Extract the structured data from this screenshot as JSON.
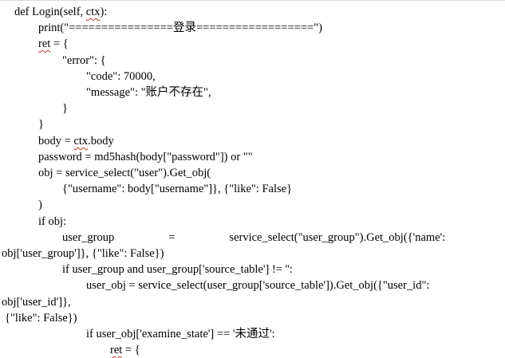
{
  "document": {
    "lines": [
      {
        "indent": 0,
        "parts": [
          {
            "text": "def Login(self, "
          },
          {
            "text": "ctx",
            "wavy": true
          },
          {
            "text": "):"
          }
        ]
      },
      {
        "indent": 1,
        "parts": [
          {
            "text": "print(\"================登录==================\")"
          }
        ]
      },
      {
        "indent": 1,
        "parts": [
          {
            "text": "ret",
            "wavy": true
          },
          {
            "text": " = {"
          }
        ]
      },
      {
        "indent": 2,
        "parts": [
          {
            "text": "\"error\": {"
          }
        ]
      },
      {
        "indent": 3,
        "parts": [
          {
            "text": "\"code\": 70000,"
          }
        ]
      },
      {
        "indent": 3,
        "parts": [
          {
            "text": "\"message\": \"账户不存在\","
          }
        ]
      },
      {
        "indent": 2,
        "parts": [
          {
            "text": "}"
          }
        ]
      },
      {
        "indent": 1,
        "parts": [
          {
            "text": "}"
          }
        ]
      },
      {
        "indent": 1,
        "parts": [
          {
            "text": "body = "
          },
          {
            "text": "ctx",
            "wavy": true
          },
          {
            "text": ".body"
          }
        ]
      },
      {
        "indent": 1,
        "parts": [
          {
            "text": "password = md5hash(body[\"password\"]) or \"\""
          }
        ]
      },
      {
        "indent": 1,
        "parts": [
          {
            "text": "obj = service_select(\"user\").Get_obj("
          }
        ]
      },
      {
        "indent": 2,
        "parts": [
          {
            "text": "{\"username\": body[\"username\"]}, {\"like\": False}"
          }
        ]
      },
      {
        "indent": 1,
        "parts": [
          {
            "text": ")"
          }
        ]
      },
      {
        "indent": 1,
        "parts": [
          {
            "text": "if obj:"
          }
        ]
      },
      {
        "indent": 2,
        "parts": [
          {
            "text": "user_group"
          },
          {
            "gap": 68
          },
          {
            "text": "="
          },
          {
            "gap": 68
          },
          {
            "text": "service_select(\"user_group\").Get_obj({'name':"
          }
        ]
      },
      {
        "indent": 0,
        "parts": [
          {
            "text": "obj['user_group']}, {\"like\": False})"
          }
        ]
      },
      {
        "indent": 2,
        "parts": [
          {
            "text": "if user_group and user_group['source_table'] != '':"
          }
        ]
      },
      {
        "indent": 3,
        "parts": [
          {
            "text": "user_obj = service_select(user_group['source_table']).Get_obj({\"user_id\":"
          }
        ]
      },
      {
        "indent": 0,
        "parts": [
          {
            "text": "obj['user_id']},"
          }
        ]
      },
      {
        "indent": 0,
        "parts": [
          {
            "text": "{\"like\": False})"
          }
        ]
      },
      {
        "indent": 3,
        "parts": [
          {
            "text": "if user_obj['examine_state'] == '未通过':"
          }
        ]
      },
      {
        "indent": 4,
        "parts": [
          {
            "text": "ret",
            "wavy": true
          },
          {
            "text": " = {"
          }
        ]
      }
    ]
  }
}
